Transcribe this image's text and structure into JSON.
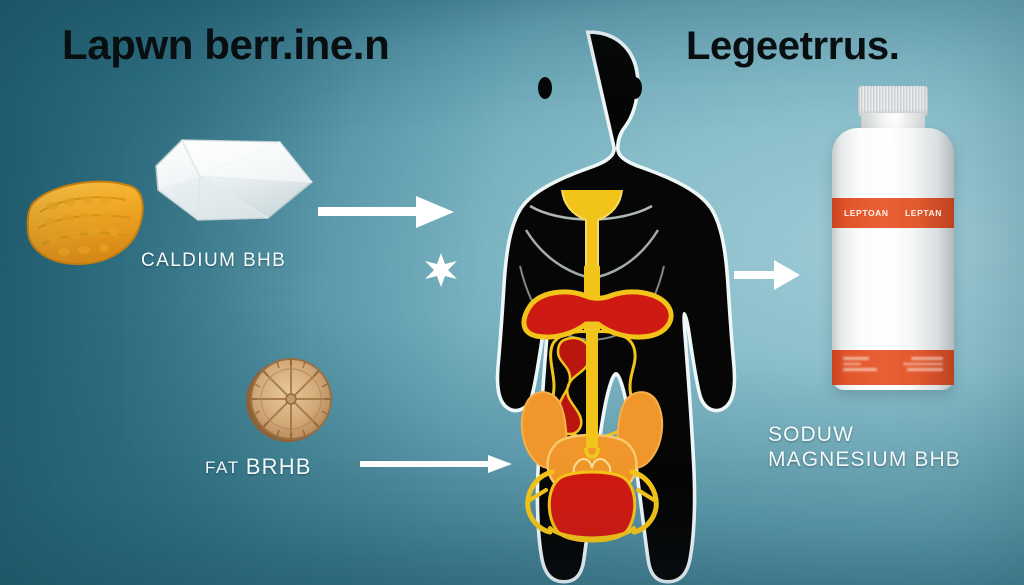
{
  "headings": {
    "left": "Lapwn berr.ine.n",
    "right": "Legeetrrus."
  },
  "ingredients": {
    "calcium_label": "CALDIUM BHB",
    "fat_prefix": "FAT",
    "fat_label": "BRHB",
    "magnesium_line1": "SODUW",
    "magnesium_line2": "MAGNESIUM BHB"
  },
  "bottle": {
    "band_text_left": "LEPTOAN",
    "band_text_right": "LEPTAN"
  },
  "icons": {
    "honeycomb": "honeycomb-block-icon",
    "crystal": "mineral-crystal-icon",
    "disc": "wood-cross-section-icon",
    "arrow_top": "arrow-right-icon",
    "arrow_bottom": "arrow-right-icon",
    "arrow_right": "arrow-right-icon",
    "star": "star-burst-icon",
    "body": "human-body-silhouette-icon",
    "bottle": "supplement-bottle-icon"
  },
  "colors": {
    "background_dark": "#2a6274",
    "background_light": "#9ecbd6",
    "accent_orange": "#e2552a",
    "organ_red": "#cf1a13",
    "organ_yellow": "#f2c319",
    "organ_orange": "#f0962a",
    "silhouette": "#060606",
    "label_text": "#f4fbfc",
    "heading_text": "#080c0e"
  }
}
